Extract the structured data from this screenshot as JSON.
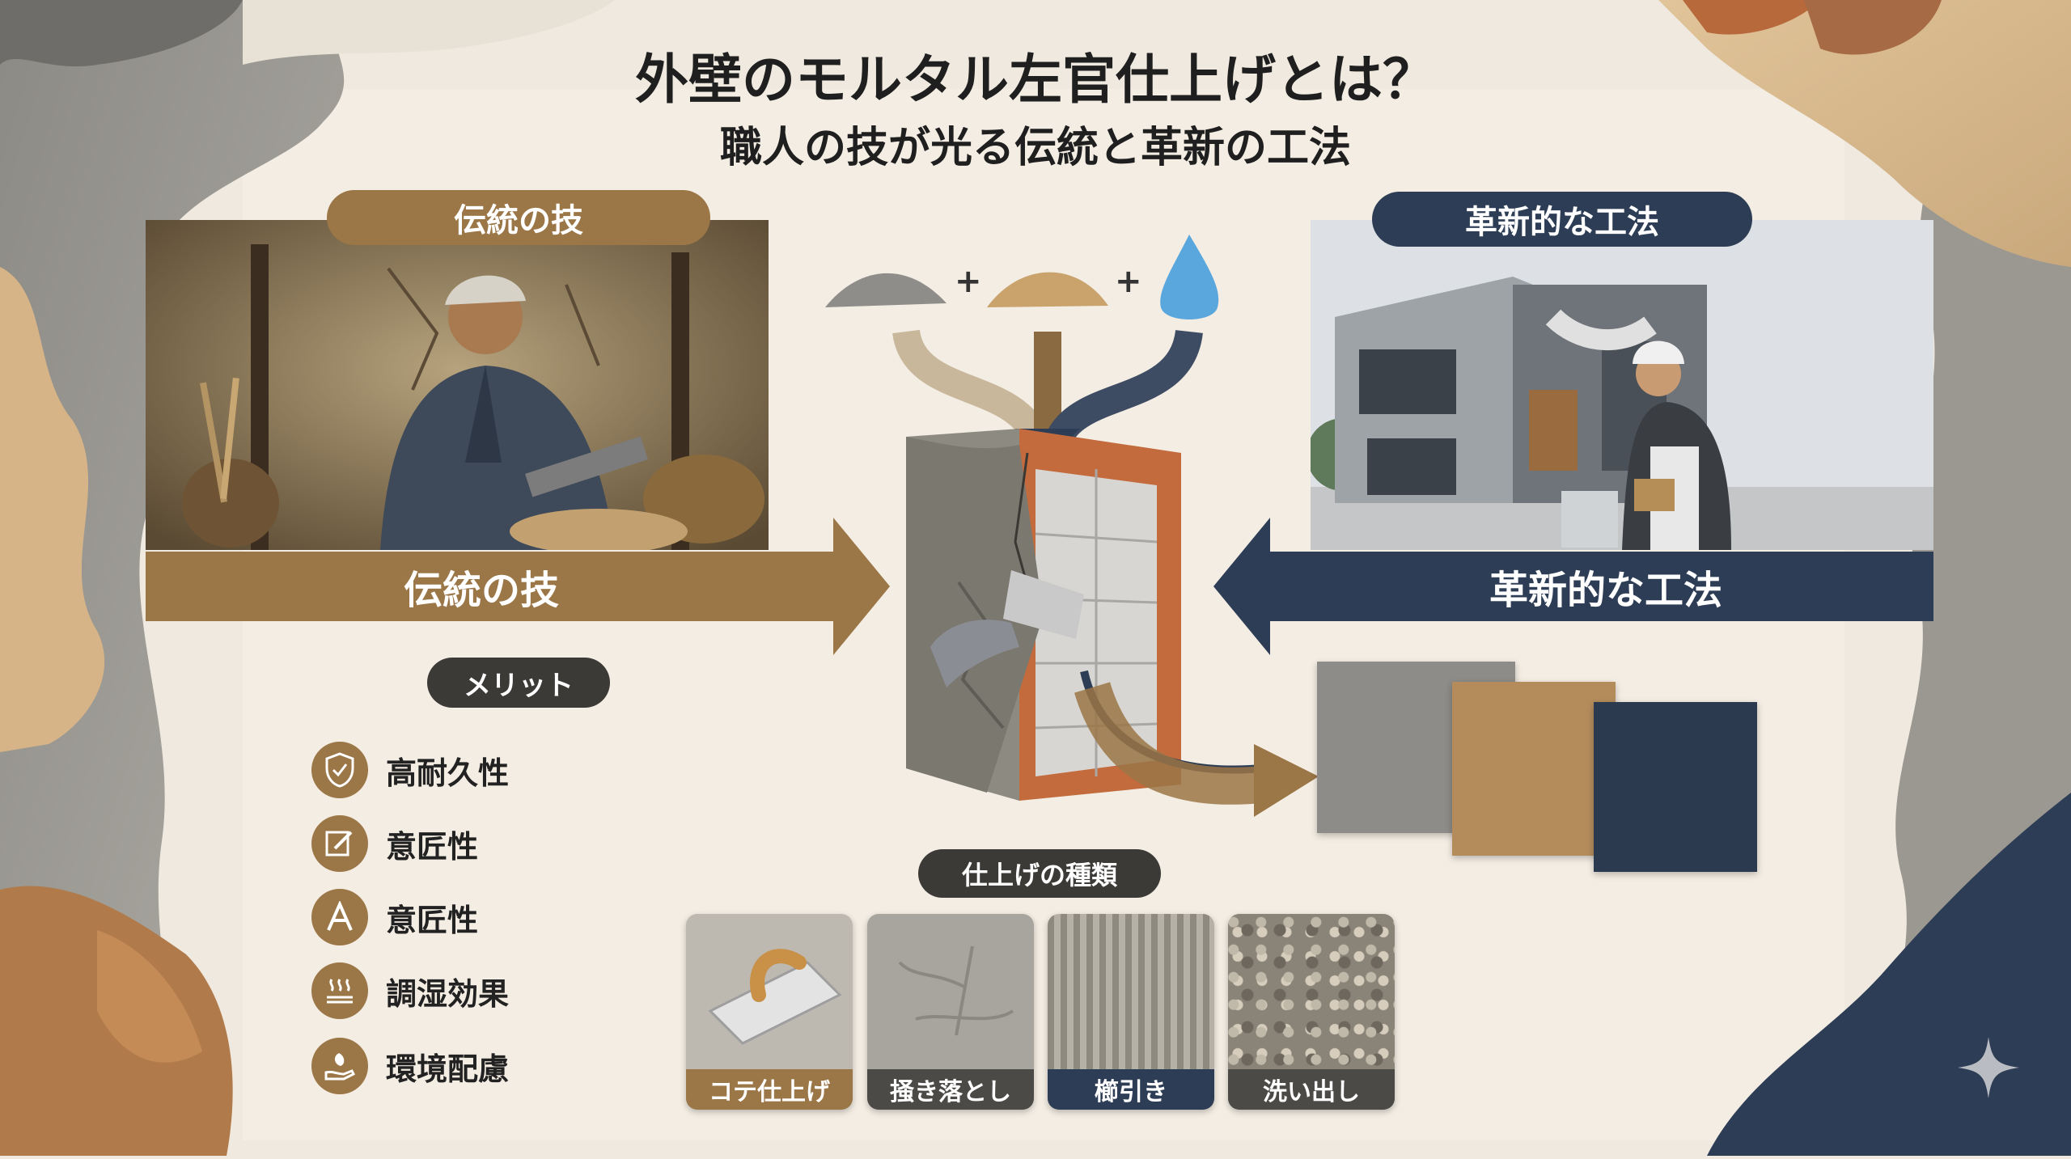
{
  "title": {
    "line1": "外壁のモルタル左官仕上げとは？",
    "line2": "職人の技が光る伝統と革新の工法"
  },
  "traditional": {
    "badge": "伝統の技",
    "arrow_label": "伝統の技"
  },
  "innovative": {
    "badge": "革新的な工法",
    "arrow_label": "革新的な工法"
  },
  "mix": {
    "plus1": "+",
    "plus2": "+"
  },
  "merits": {
    "heading": "メリット",
    "items": [
      {
        "label": "高耐久性",
        "icon": "shield-check-icon"
      },
      {
        "label": "意匠性",
        "icon": "pen-design-icon"
      },
      {
        "label": "意匠性",
        "icon": "letter-a-icon"
      },
      {
        "label": "調湿効果",
        "icon": "steam-icon"
      },
      {
        "label": "環境配慮",
        "icon": "leaf-hand-icon"
      }
    ]
  },
  "finishes": {
    "heading": "仕上げの種類",
    "items": [
      {
        "label": "コテ仕上げ",
        "color": "#9b7646"
      },
      {
        "label": "掻き落とし",
        "color": "#4b4a46"
      },
      {
        "label": "櫛引き",
        "color": "#2d3d55"
      },
      {
        "label": "洗い出し",
        "color": "#4b4a46"
      }
    ]
  },
  "colors": {
    "brown": "#9b7646",
    "navy": "#2d3d55",
    "dark": "#3c3a37"
  }
}
